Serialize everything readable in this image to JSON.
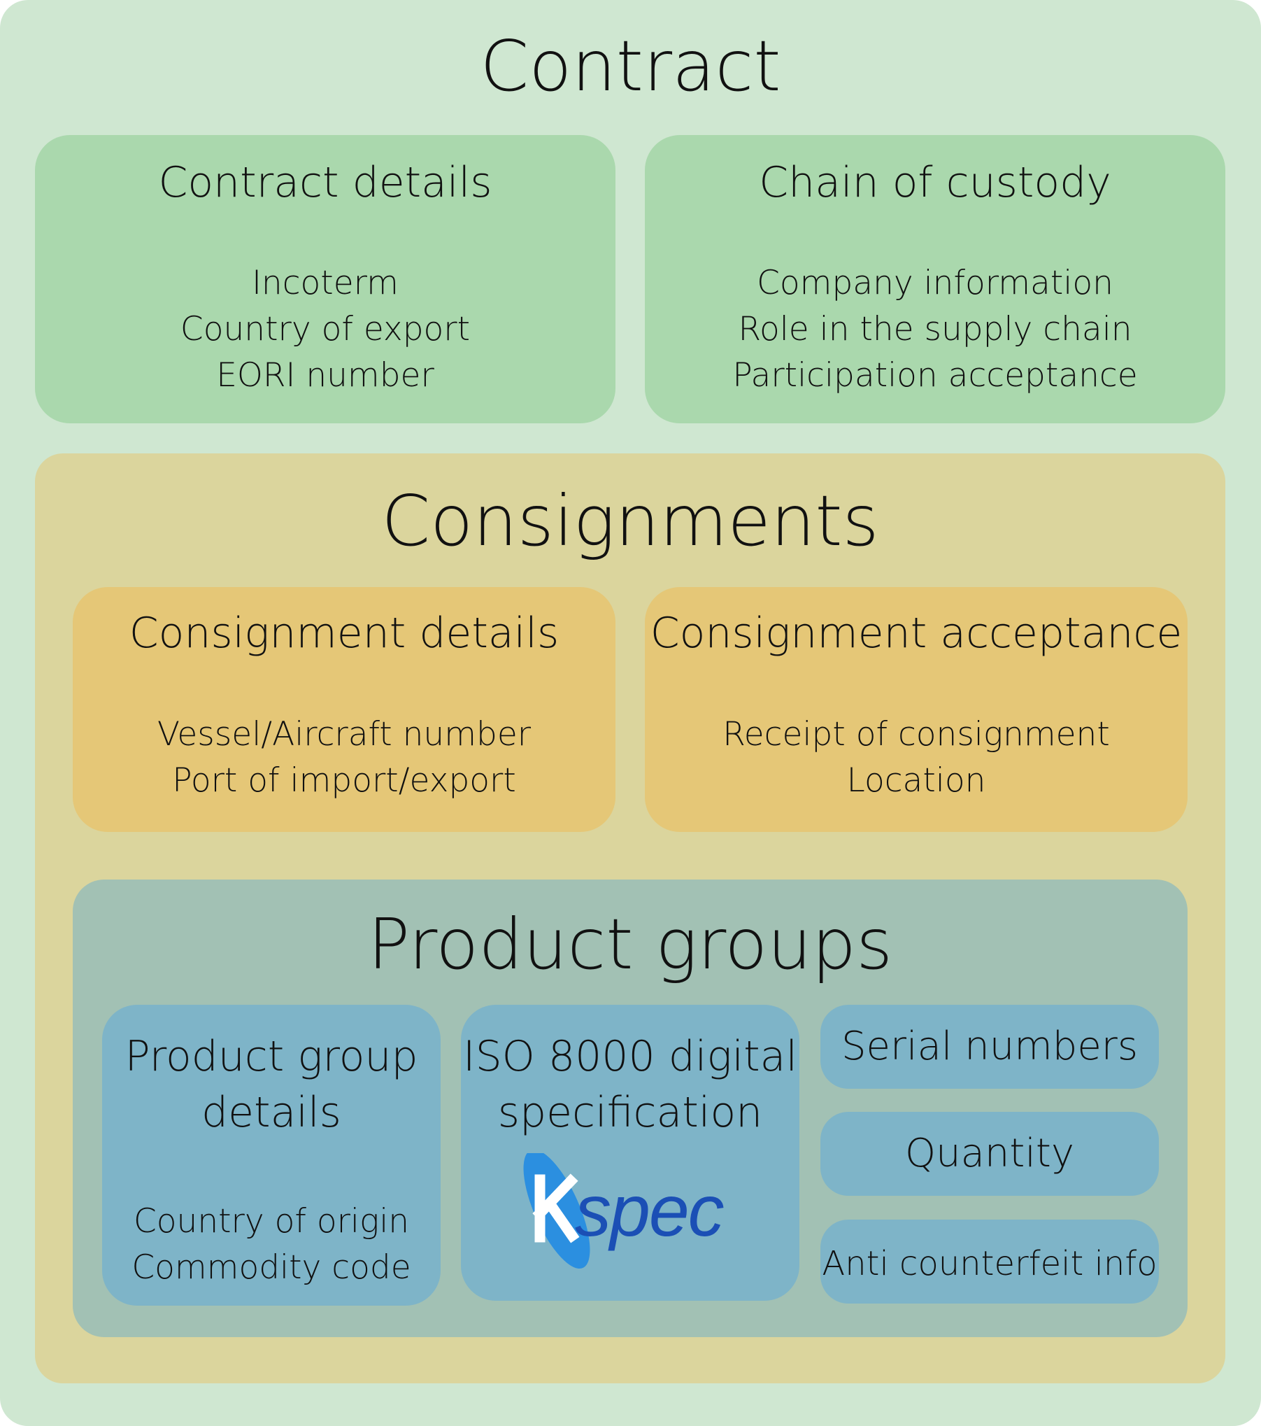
{
  "contract": {
    "title": "Contract",
    "details": {
      "title": "Contract details",
      "items": [
        "Incoterm",
        "Country of export",
        "EORI number"
      ]
    },
    "custody": {
      "title": "Chain of custody",
      "items": [
        "Company information",
        "Role in the supply chain",
        "Participation acceptance"
      ]
    }
  },
  "consignments": {
    "title": "Consignments",
    "details": {
      "title": "Consignment details",
      "items": [
        "Vessel/Aircraft number",
        "Port of import/export"
      ]
    },
    "acceptance": {
      "title": "Consignment acceptance",
      "items": [
        "Receipt of consignment",
        "Location"
      ]
    }
  },
  "product_groups": {
    "title": "Product groups",
    "details": {
      "title_lines": [
        "Product group",
        "details"
      ],
      "items": [
        "Country of origin",
        "Commodity code"
      ]
    },
    "iso": {
      "title_lines": [
        "ISO 8000 digital",
        "specification"
      ],
      "logo_text": "kspec"
    },
    "serial": "Serial numbers",
    "quantity": "Quantity",
    "anti_counterfeit": "Anti counterfeit info"
  },
  "colors": {
    "outer": "#cfe7d1",
    "contract_boxes": "#aad8ad",
    "consignments": "#dbd59d",
    "consignment_boxes": "#e5c777",
    "product_groups": "#a2c1b4",
    "product_boxes": "#7eb4c8",
    "logo_blue": "#2b8fe0",
    "logo_dark_blue": "#1b4fb5"
  }
}
